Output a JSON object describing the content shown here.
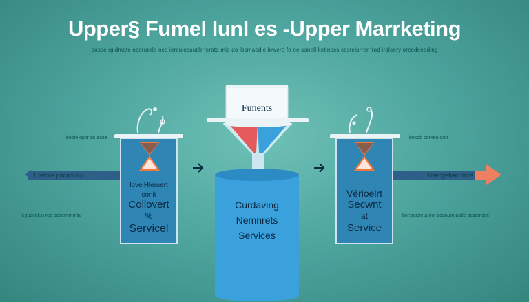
{
  "title": "Upper§ Fumel lunl es -Upper Marrketing",
  "subtitle": "bosse rgidmate ocoruorle ocd iercuiocaudlr ferata mio do lbsmaedle lowero fo oe sanell ketinocs cestelurrer frod iroleery orcodeeading",
  "left_arrow": {
    "label": "1 teloile pocaduny",
    "color": "#2e5f88"
  },
  "right_arrow": {
    "label": "Tisecgetien bocs",
    "color": "#ef8062"
  },
  "left_panel": {
    "top_label": "boole opirr ds acoe",
    "bottom_label": "leguecoluu rue ocaernrnmla",
    "lines": [
      "lovelHlemert",
      "conit",
      "Collovert",
      "%",
      "Servicel"
    ]
  },
  "funnel": {
    "label": "Funents",
    "cylinder_lines": [
      "Curdaving",
      "Nemnrets",
      "Services"
    ]
  },
  "right_panel": {
    "top_label": "bosob oorkeo oorr",
    "bottom_label": "borsuscreuuiror coauum aatle ocsamcoe",
    "lines": [
      "Vérioelrt",
      "Secwnt",
      "at",
      "Service"
    ]
  },
  "colors": {
    "accent_blue": "#2f85b3",
    "cylinder_blue": "#3aa1dc",
    "funnel_red": "#e55a5a",
    "hourglass_orange": "#f07a3e"
  }
}
